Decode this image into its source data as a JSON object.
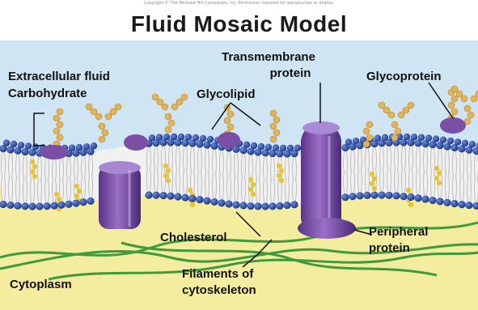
{
  "header": {
    "copyright": "Copyright © The McGraw-Hill Companies, Inc. Permission required for reproduction or display.",
    "title": "Fluid Mosaic Model"
  },
  "labels": {
    "extracellular_fluid": "Extracellular fluid",
    "carbohydrate": "Carbohydrate",
    "glycolipid": "Glycolipid",
    "transmembrane_line1": "Transmembrane",
    "transmembrane_line2": "protein",
    "glycoprotein": "Glycoprotein",
    "cholesterol": "Cholesterol",
    "peripheral_line1": "Peripheral",
    "peripheral_line2": "protein",
    "filaments_line1": "Filaments of",
    "filaments_line2": "cytoskeleton",
    "cytoplasm": "Cytoplasm"
  },
  "colors": {
    "extracellular_fluid": "#cfe5f3",
    "cytoplasm": "#f4eda0",
    "phospholipid_head": "#2f4fa8",
    "phospholipid_tail": "#e9e9e9",
    "protein": "#7b4fa6",
    "carbohydrate": "#e2b45a",
    "cholesterol": "#e6c439",
    "filament": "#3f9a3c"
  }
}
